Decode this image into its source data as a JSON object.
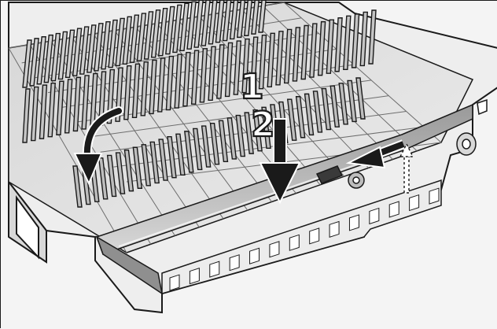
{
  "illustration": {
    "subject": "dishwasher-rack-with-folding-tines",
    "colors": {
      "line": "#1a1a1a",
      "paper": "#ffffff",
      "shade_light": "#e6e6e6",
      "shade_mid": "#bdbdbd",
      "shade_dark": "#8a8a8a",
      "arrow": "#1a1a1a"
    },
    "labels": {
      "step_one": "1",
      "step_two": "2"
    },
    "arrows": {
      "step_one_curved": "arrow-down-curved",
      "step_two_down": "arrow-down",
      "slide_left": "arrow-left",
      "up_hint": "arrow-up-dashed"
    }
  }
}
